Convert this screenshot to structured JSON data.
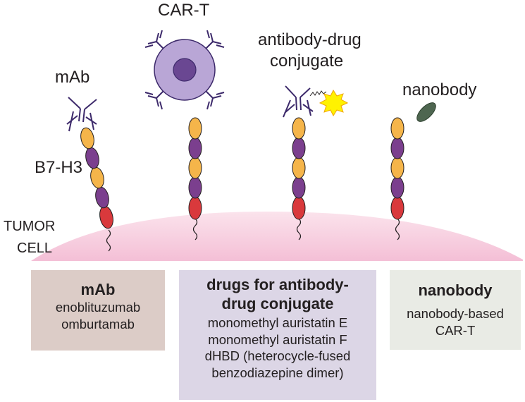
{
  "labels": {
    "car_t": "CAR-T",
    "mab": "mAb",
    "adc_line1": "antibody-drug",
    "adc_line2": "conjugate",
    "nanobody": "nanobody",
    "b7h3": "B7-H3",
    "tumor_line1": "TUMOR",
    "tumor_line2": "CELL"
  },
  "boxes": {
    "mab": {
      "title": "mAb",
      "items": [
        "enoblituzumab",
        "omburtamab"
      ],
      "color": "#dcccc7"
    },
    "drugs": {
      "title_line1": "drugs for antibody-",
      "title_line2": "drug conjugate",
      "items": [
        "monomethyl auristatin E",
        "monomethyl auristatin F",
        "dHBD (heterocycle-fused",
        "benzodiazepine dimer)"
      ],
      "color": "#dcd6e6"
    },
    "nanobody": {
      "title": "nanobody",
      "items": [
        "nanobody-based",
        "CAR-T"
      ],
      "color": "#e9ebe5"
    }
  },
  "colors": {
    "domain_yellow": "#f5b54a",
    "domain_purple": "#7b3f8e",
    "domain_red": "#d9393c",
    "antibody": "#3d2a6b",
    "cell_outer": "#b9a6d6",
    "cell_nucleus": "#6a4792",
    "nanobody": "#4e6650",
    "drug_star": "#fff200",
    "membrane": "#f7c9dc"
  }
}
